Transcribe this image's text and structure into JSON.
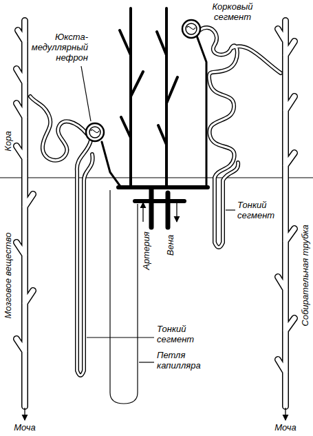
{
  "diagram": {
    "labels": [
      "Корковый сегмент",
      "Юкста-медуллярный нефрон",
      "Кора",
      "Тонкий сегмент",
      "Артерия",
      "Вена",
      "Мозговое вещество",
      "Собирательная трубка",
      "Тонкий сегмент",
      "Петля капилляра",
      "Моча",
      "Моча"
    ]
  }
}
